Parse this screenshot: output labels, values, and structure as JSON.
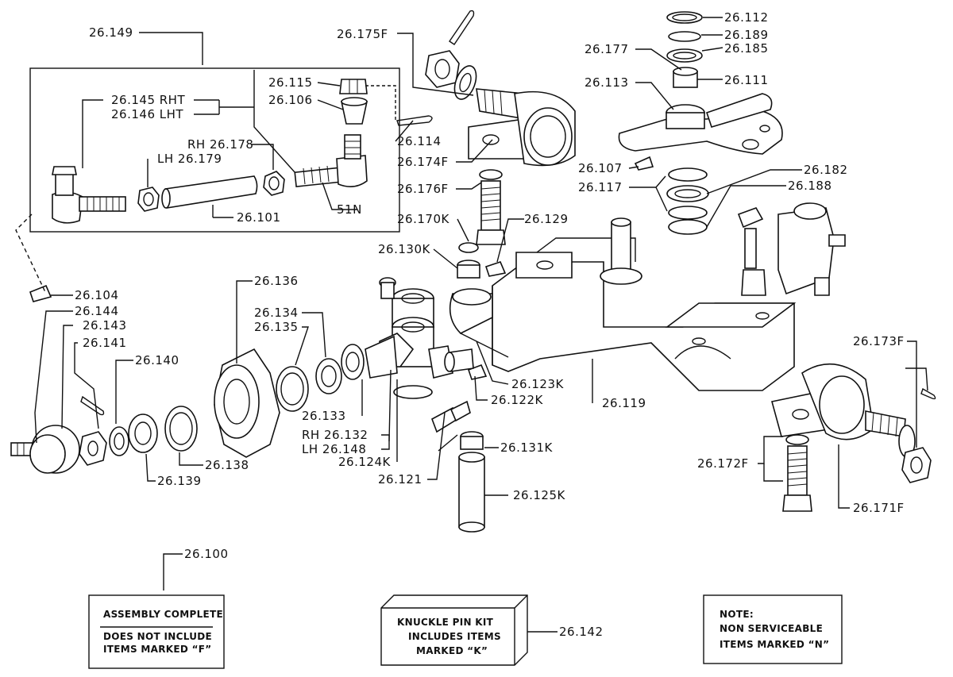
{
  "labels": {
    "l26_149": "26.149",
    "l26_175F": "26.175F",
    "l26_112": "26.112",
    "l26_189": "26.189",
    "l26_177": "26.177",
    "l26_185": "26.185",
    "l26_113": "26.113",
    "l26_111": "26.111",
    "l26_115": "26.115",
    "l26_106": "26.106",
    "l26_145": "26.145 RHT",
    "l26_146": "26.146 LHT",
    "l26_178": "RH 26.178",
    "l26_179": "LH 26.179",
    "l26_114": "26.114",
    "l26_174F": "26.174F",
    "l26_176F": "26.176F",
    "l26_107": "26.107",
    "l26_117": "26.117",
    "l26_182": "26.182",
    "l26_188": "26.188",
    "l26_101": "26.101",
    "l51N": "51N",
    "l26_170K": "26.170K",
    "l26_129": "26.129",
    "l26_130K": "26.130K",
    "l26_104": "26.104",
    "l26_136": "26.136",
    "l26_144": "26.144",
    "l26_143": "26.143",
    "l26_141": "26.141",
    "l26_134": "26.134",
    "l26_135": "26.135",
    "l26_140": "26.140",
    "l26_173F": "26.173F",
    "l26_123K": "26.123K",
    "l26_122K": "26.122K",
    "l26_119": "26.119",
    "l26_133": "26.133",
    "l26_132": "RH 26.132",
    "l26_148": "LH 26.148",
    "l26_124K": "26.124K",
    "l26_131K": "26.131K",
    "l26_138": "26.138",
    "l26_139": "26.139",
    "l26_121": "26.121",
    "l26_172F": "26.172F",
    "l26_171F": "26.171F",
    "l26_125K": "26.125K",
    "l26_100": "26.100",
    "l26_142": "26.142"
  },
  "notes": {
    "assembly_line1": "ASSEMBLY COMPLETE",
    "assembly_line2": "DOES NOT INCLUDE",
    "assembly_line3": "ITEMS MARKED “F”",
    "kit_line1": "KNUCKLE PIN KIT",
    "kit_line2": "INCLUDES ITEMS",
    "kit_line3": "MARKED “K”",
    "note_line1": "NOTE:",
    "note_line2": "NON SERVICEABLE",
    "note_line3": "ITEMS MARKED “N”"
  }
}
